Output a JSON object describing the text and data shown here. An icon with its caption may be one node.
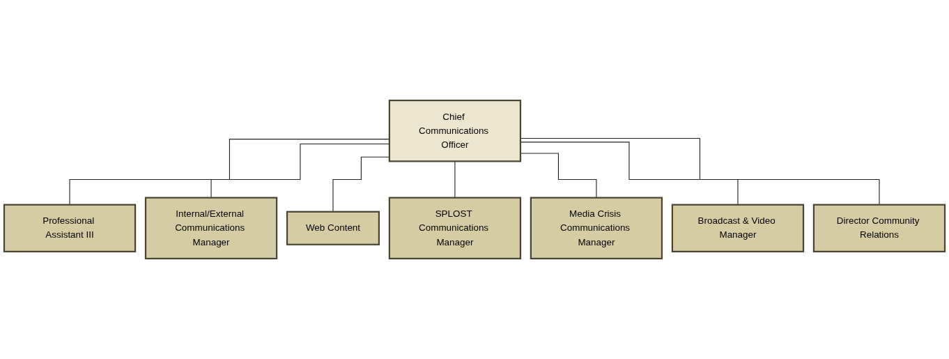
{
  "diagram": {
    "nodes": [
      {
        "text": [
          "Chief Communications Officer"
        ]
      },
      {
        "text": [
          "Professional Assistant III"
        ]
      },
      {
        "text": [
          "Internal/External Communications Manager"
        ]
      },
      {
        "text": [
          "Web Content"
        ]
      },
      {
        "text": [
          "SPLOST Communications Manager"
        ]
      },
      {
        "text": [
          "Media Crisis Communications Manager"
        ]
      },
      {
        "text": [
          "Broadcast & Video Manager"
        ]
      },
      {
        "text": [
          "Director Community Relations"
        ]
      }
    ],
    "edges": [
      {
        "from": 0,
        "to": 1,
        "arrow": "none"
      },
      {
        "from": 0,
        "to": 2,
        "arrow": "none"
      },
      {
        "from": 0,
        "to": 3,
        "arrow": "none"
      },
      {
        "from": 0,
        "to": 4,
        "arrow": "none"
      },
      {
        "from": 0,
        "to": 5,
        "arrow": "none"
      },
      {
        "from": 0,
        "to": 6,
        "arrow": "none"
      },
      {
        "from": 0,
        "to": 7,
        "arrow": "none"
      }
    ]
  }
}
